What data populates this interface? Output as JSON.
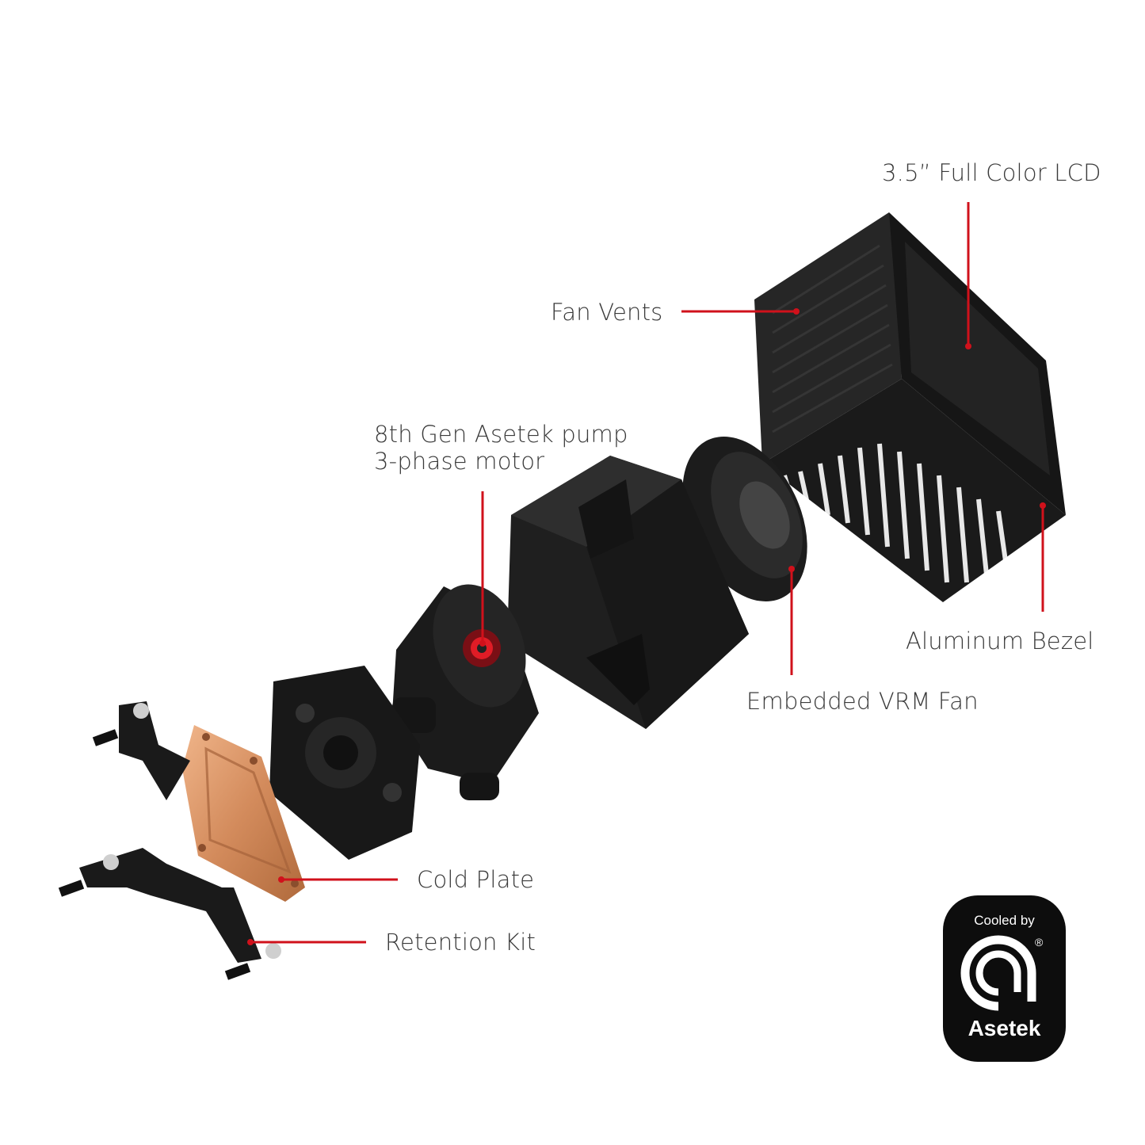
{
  "callouts": {
    "lcd": "3.5” Full Color LCD",
    "fan_vents": "Fan Vents",
    "pump_line1": "8th Gen Asetek pump",
    "pump_line2": "3-phase motor",
    "bezel": "Aluminum Bezel",
    "vrm_fan": "Embedded VRM Fan",
    "cold_plate": "Cold Plate",
    "retention_kit": "Retention Kit"
  },
  "badge": {
    "top_text": "Cooled by",
    "brand": "Asetek",
    "registered_mark": "®"
  },
  "colors": {
    "leader_line": "#d0111b",
    "label_text": "#3a3a3a",
    "component_body": "#1c1c1c",
    "copper": "#d08a5a",
    "badge_bg": "#0d0d0d"
  },
  "icons": [
    "asetek-logo-icon"
  ]
}
